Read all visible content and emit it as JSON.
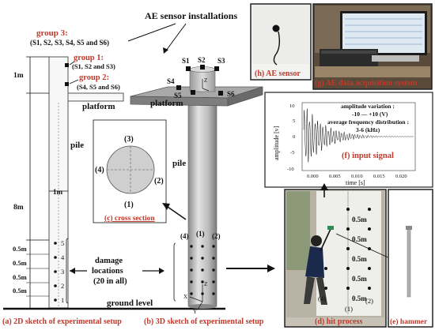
{
  "title": "AE sensor installations",
  "groups": {
    "g3_label": "group 3:",
    "g3_members": "(S1, S2, S3, S4, S5 and S6)",
    "g1_label": "group 1:",
    "g1_members": "(S1, S2 and S3)",
    "g2_label": "group 2:",
    "g2_members": "(S4, S5 and S6)"
  },
  "sketch2d": {
    "dim_top": "1m",
    "dim_mid": "8m",
    "dim_width": "1m",
    "platform": "platform",
    "pile": "pile",
    "segments": [
      "0.5m",
      "0.5m",
      "0.5m",
      "0.5m"
    ],
    "points": [
      "5",
      "4",
      "3",
      "2",
      "1"
    ],
    "ground": "ground level",
    "caption": "(a) 2D sketch of experimental setup"
  },
  "sketch3d": {
    "sensors": [
      "S1",
      "S2",
      "S3",
      "S4",
      "S5",
      "S6"
    ],
    "platform": "platform",
    "pile": "pile",
    "lines": [
      "(4)",
      "(1)",
      "(2)"
    ],
    "axes": {
      "x": "X",
      "y": "Y",
      "z": "Z"
    },
    "caption": "(b) 3D sketch of experimental setup"
  },
  "cross_section": {
    "labels": [
      "(3)",
      "(4)",
      "(2)",
      "(1)"
    ],
    "caption": "(c) cross section"
  },
  "damage": {
    "line1": "damage",
    "line2": "locations",
    "line3": "(20 in all)"
  },
  "hit": {
    "segments": [
      "0.5m",
      "0.5m",
      "0.5m",
      "0.5m",
      "0.5m"
    ],
    "markers": [
      "(4)",
      "(1)",
      "(2)"
    ],
    "caption": "(d) hit process"
  },
  "hammer": {
    "caption": "(e) hammer"
  },
  "signal": {
    "note_line1": "amplitude variation :",
    "note_line2": "-10 — +10 (V)",
    "note_line3": "average frequency distribution :",
    "note_line4": "3-6 (kHz)",
    "ylabel": "amplitude [v]",
    "xlabel": "time [s]",
    "yticks": [
      "10",
      "5",
      "0",
      "-5",
      "-10"
    ],
    "xticks": [
      "0.000",
      "0.005",
      "0.010",
      "0.015",
      "0.020"
    ],
    "caption": "(f) input signal"
  },
  "sensor_photo": {
    "caption": "(h) AE sensor"
  },
  "daq_photo": {
    "caption": "(g) AE data acquisition system"
  },
  "colors": {
    "caption": "#c0392b",
    "pile": "#c9c9c9",
    "platform": "#9e9e9e"
  }
}
